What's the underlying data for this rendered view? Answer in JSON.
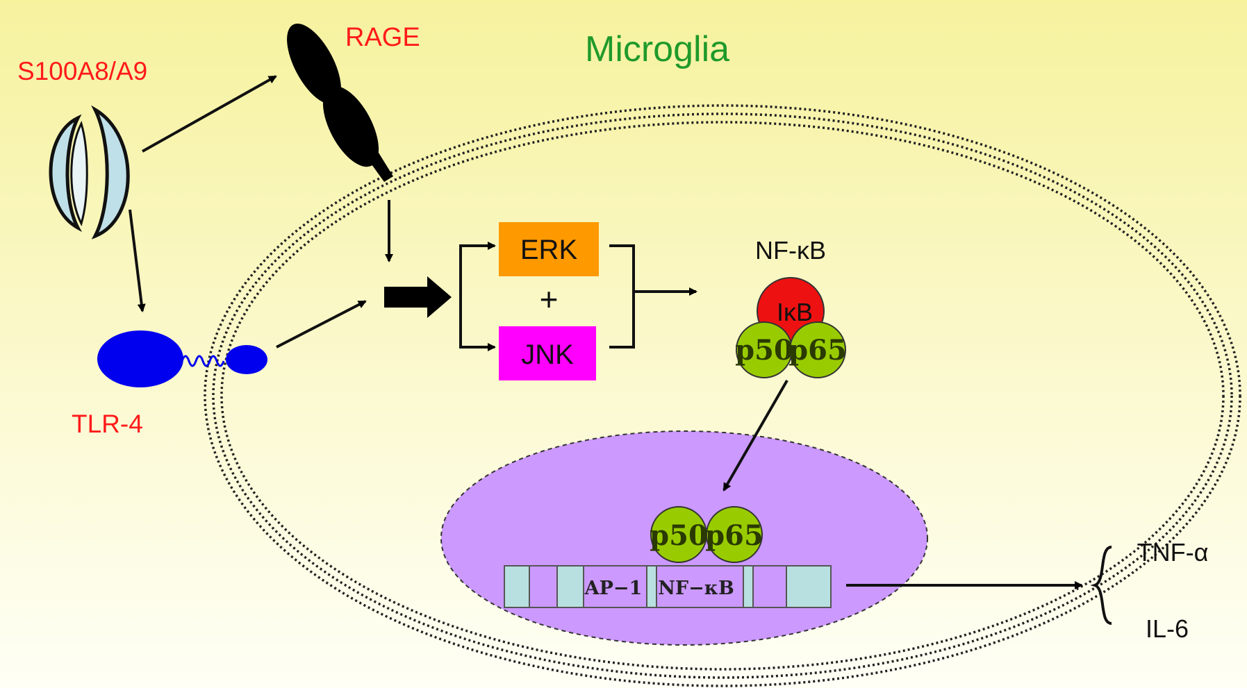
{
  "labels": {
    "cell_type": "Microglia",
    "ligand": "S100A8/A9",
    "receptor_rage": "RAGE",
    "receptor_tlr4": "TLR-4",
    "erk": "ERK",
    "plus": "+",
    "jnk": "JNK",
    "nfkb": "NF-κB",
    "ikb": "IκB",
    "p50": "p50",
    "p65": "p65",
    "ap1_site": "AP−1",
    "nfkb_site": "NF−κB",
    "tnf": "TNF-α",
    "il6": "IL-6"
  },
  "colors": {
    "background_top": "#f7f3a3",
    "background_bottom": "#fffff2",
    "red_text": "#ff1a1a",
    "green_text": "#1f9a2a",
    "erk_box": "#ff9900",
    "jnk_box": "#ff00ff",
    "ikb": "#ee1111",
    "p50_p65": "#99cc00",
    "nucleus": "#cc99ff",
    "ligand_fill": "#bfe0e8",
    "tlr4": "#0000ee",
    "dna_block": "#b8e0e0"
  }
}
